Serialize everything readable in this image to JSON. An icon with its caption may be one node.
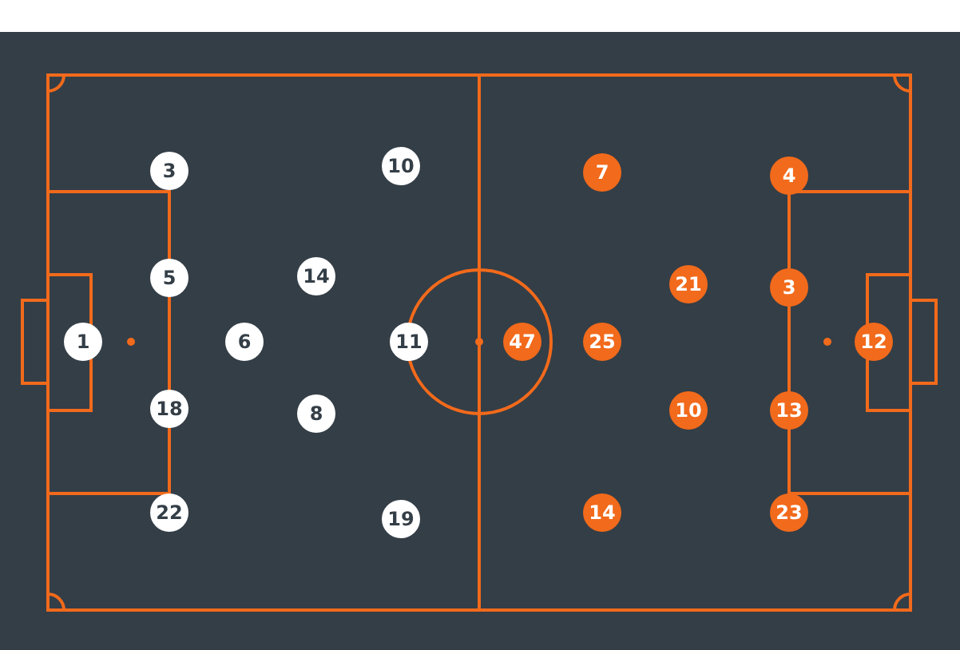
{
  "diagram": {
    "nodes": [
      {
        "text": [
          "1"
        ]
      },
      {
        "text": [
          "3"
        ]
      },
      {
        "text": [
          "5"
        ]
      },
      {
        "text": [
          "18"
        ]
      },
      {
        "text": [
          "22"
        ]
      },
      {
        "text": [
          "6"
        ]
      },
      {
        "text": [
          "14"
        ]
      },
      {
        "text": [
          "8"
        ]
      },
      {
        "text": [
          "10"
        ]
      },
      {
        "text": [
          "11"
        ]
      },
      {
        "text": [
          "19"
        ]
      },
      {
        "text": [
          "47"
        ]
      },
      {
        "text": [
          "7"
        ]
      },
      {
        "text": [
          "25"
        ]
      },
      {
        "text": [
          "14"
        ]
      },
      {
        "text": [
          "21"
        ]
      },
      {
        "text": [
          "10"
        ]
      },
      {
        "text": [
          "4"
        ]
      },
      {
        "text": [
          "3"
        ]
      },
      {
        "text": [
          "13"
        ]
      },
      {
        "text": [
          "23"
        ]
      },
      {
        "text": [
          "12"
        ]
      }
    ],
    "edges": []
  }
}
